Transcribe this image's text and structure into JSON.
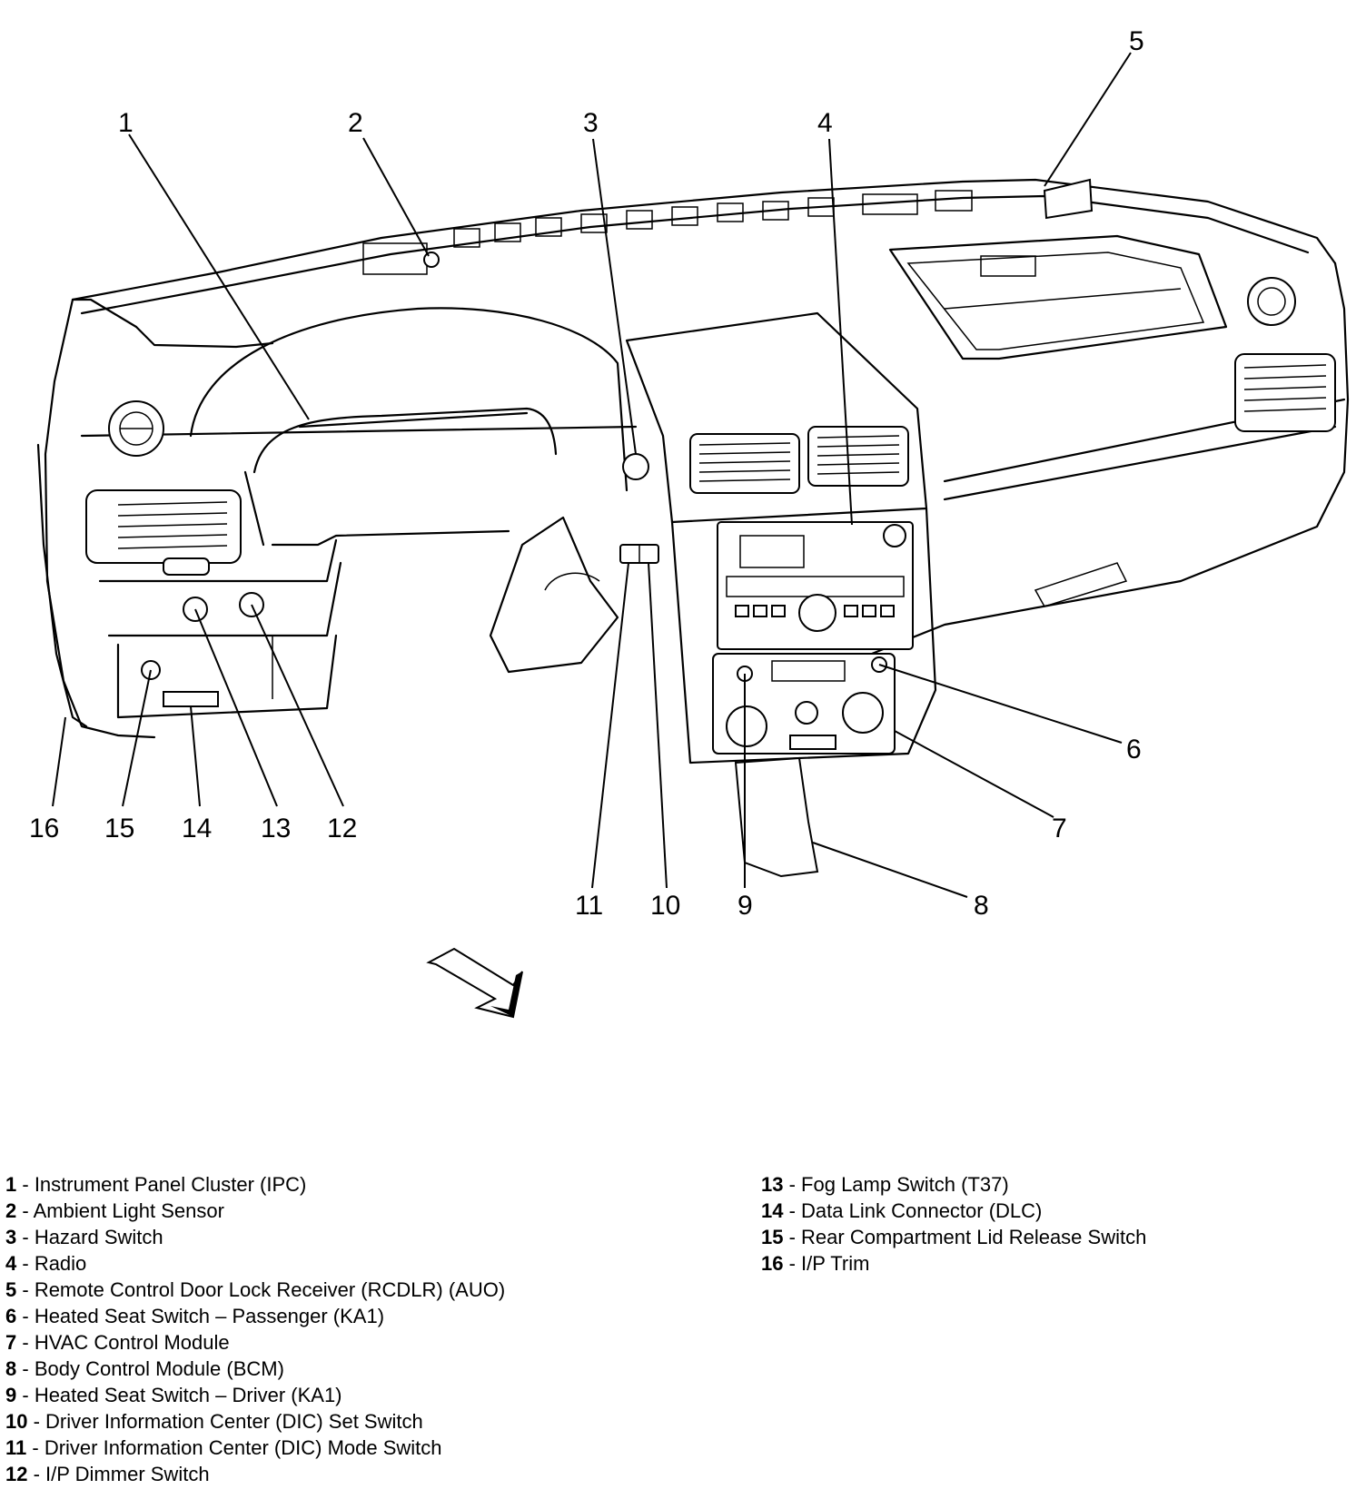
{
  "callouts": [
    {
      "id": "1",
      "label": "1"
    },
    {
      "id": "2",
      "label": "2"
    },
    {
      "id": "3",
      "label": "3"
    },
    {
      "id": "4",
      "label": "4"
    },
    {
      "id": "5",
      "label": "5"
    },
    {
      "id": "6",
      "label": "6"
    },
    {
      "id": "7",
      "label": "7"
    },
    {
      "id": "8",
      "label": "8"
    },
    {
      "id": "9",
      "label": "9"
    },
    {
      "id": "10",
      "label": "10"
    },
    {
      "id": "11",
      "label": "11"
    },
    {
      "id": "12",
      "label": "12"
    },
    {
      "id": "13",
      "label": "13"
    },
    {
      "id": "14",
      "label": "14"
    },
    {
      "id": "15",
      "label": "15"
    },
    {
      "id": "16",
      "label": "16"
    }
  ],
  "legend": {
    "separator": " - ",
    "left": [
      {
        "num": "1",
        "text": "Instrument Panel Cluster (IPC)"
      },
      {
        "num": "2",
        "text": "Ambient Light Sensor"
      },
      {
        "num": "3",
        "text": "Hazard Switch"
      },
      {
        "num": "4",
        "text": "Radio"
      },
      {
        "num": "5",
        "text": "Remote Control Door Lock Receiver (RCDLR) (AUO)"
      },
      {
        "num": "6",
        "text": "Heated Seat Switch – Passenger (KA1)"
      },
      {
        "num": "7",
        "text": "HVAC Control Module"
      },
      {
        "num": "8",
        "text": "Body Control Module (BCM)"
      },
      {
        "num": "9",
        "text": "Heated Seat Switch – Driver (KA1)"
      },
      {
        "num": "10",
        "text": "Driver Information Center (DIC) Set Switch"
      },
      {
        "num": "11",
        "text": "Driver Information Center (DIC) Mode Switch"
      },
      {
        "num": "12",
        "text": "I/P Dimmer Switch"
      }
    ],
    "right": [
      {
        "num": "13",
        "text": "Fog Lamp Switch (T37)"
      },
      {
        "num": "14",
        "text": "Data Link Connector (DLC)"
      },
      {
        "num": "15",
        "text": "Rear Compartment Lid Release Switch"
      },
      {
        "num": "16",
        "text": "I/P Trim"
      }
    ]
  }
}
